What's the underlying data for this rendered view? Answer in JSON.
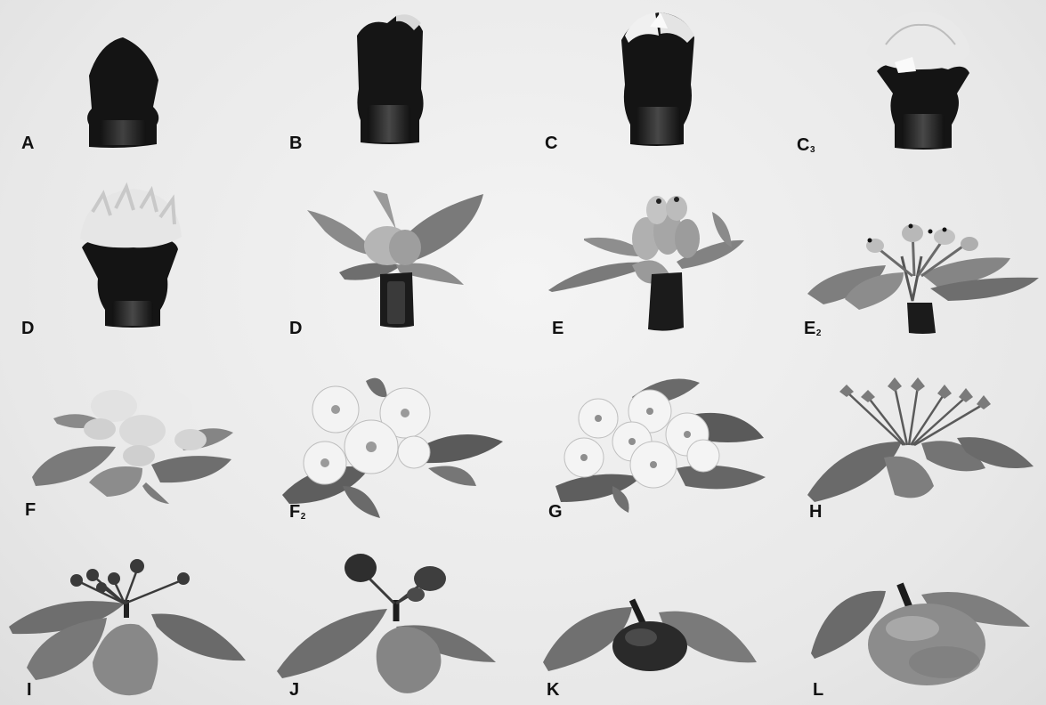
{
  "labels": {
    "a": "A",
    "b": "B",
    "c": "C",
    "c3": {
      "main": "C",
      "sub": "3"
    },
    "d1": "D",
    "d2": "D",
    "e": "E",
    "e2": {
      "main": "E",
      "sub": "2"
    },
    "f": "F",
    "f2": {
      "main": "F",
      "sub": "2"
    },
    "g": "G",
    "h": "H",
    "i": "I",
    "j": "J",
    "k": "K",
    "l": "L"
  },
  "colors": {
    "bud_dark": "#151515",
    "bud_stem": "#2a2a2a",
    "petal_white": "#f2f2f2",
    "leaf_gray": "#7d7d7d",
    "leaf_dark": "#5a5a5a",
    "fruit_dark": "#2b2b2b",
    "fruit_mid": "#8a8a8a"
  }
}
